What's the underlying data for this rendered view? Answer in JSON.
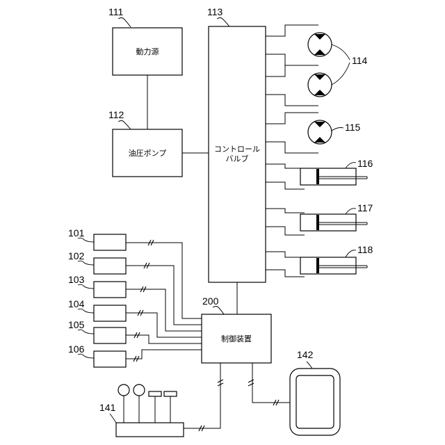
{
  "diagram": {
    "blocks": {
      "power_source": {
        "ref": "111",
        "label": "動力源"
      },
      "hydraulic_pump": {
        "ref": "112",
        "label": "油圧ポンプ"
      },
      "control_valve": {
        "ref": "113",
        "line1": "コントロール",
        "line2": "バルブ"
      },
      "controller": {
        "ref": "200",
        "label": "制御装置"
      }
    },
    "motor_group_ref": "114",
    "motor_ref": "115",
    "cylinders": [
      {
        "ref": "116"
      },
      {
        "ref": "117"
      },
      {
        "ref": "118"
      }
    ],
    "sensors": [
      {
        "ref": "101"
      },
      {
        "ref": "102"
      },
      {
        "ref": "103"
      },
      {
        "ref": "104"
      },
      {
        "ref": "105"
      },
      {
        "ref": "106"
      }
    ],
    "operating_device_ref": "141",
    "display_ref": "142"
  }
}
